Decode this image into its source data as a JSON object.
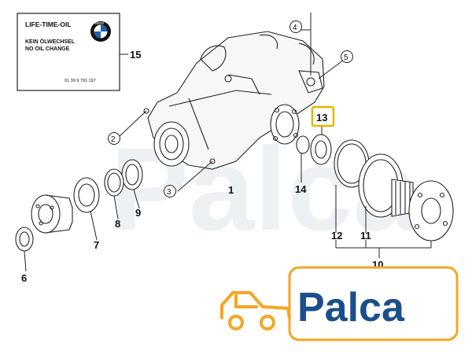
{
  "label_sticker": {
    "line1": "LIFE-TIME-OIL",
    "line2": "KEIN ÖLWECHSEL",
    "line3": "NO OIL CHANGE",
    "part_number": "01 39 9 791 197",
    "logo_text": "BMW"
  },
  "callouts": {
    "c1": "1",
    "c2": "2",
    "c3": "3",
    "c4": "4",
    "c5": "5",
    "c6": "6",
    "c7": "7",
    "c8": "8",
    "c9": "9",
    "c10": "10",
    "c11": "11",
    "c12": "12",
    "c13": "13",
    "c14": "14",
    "c15": "15"
  },
  "watermark": {
    "text": "Palca"
  },
  "brand": {
    "name": "Palca",
    "accent": "#f5a623",
    "text_color": "#1b4f8a"
  },
  "highlight_color": "#e8b400"
}
